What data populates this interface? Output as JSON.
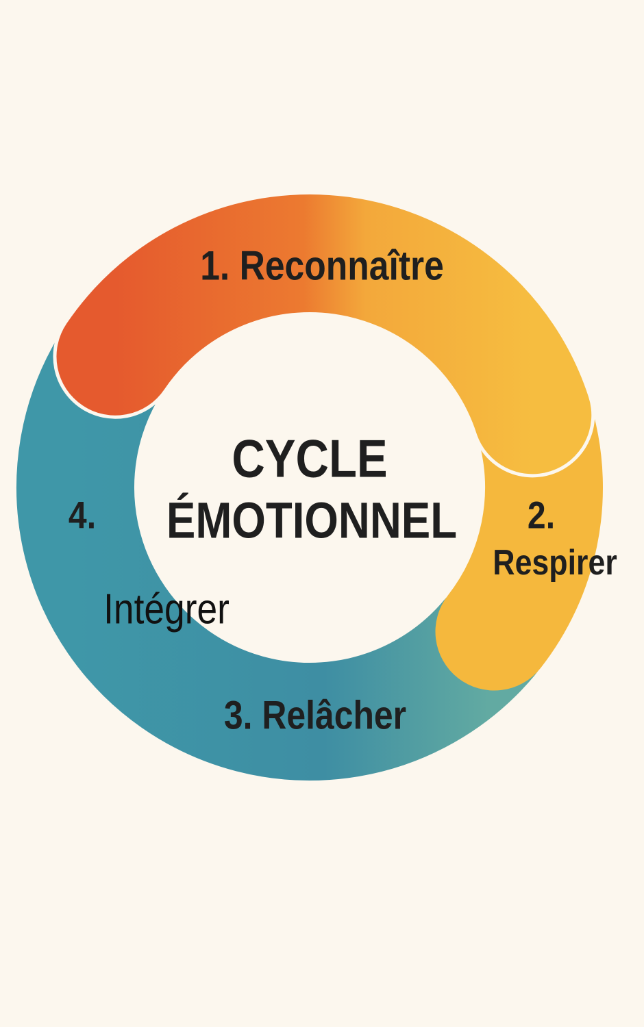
{
  "title": {
    "line1": "CYCLE",
    "line2": "ÉMOTIONNEL"
  },
  "steps": [
    {
      "number": "1.",
      "label": "Reconnaître",
      "full": "1. Reconnaître",
      "color_start": "#e8622f",
      "color_end": "#f5b83d"
    },
    {
      "number": "2.",
      "label": "Respirer",
      "color": "#f5b83d"
    },
    {
      "number": "3.",
      "label": "Relâcher",
      "full": "3. Relâcher",
      "color_start": "#3e8ea3",
      "color_end": "#5aa8a3"
    },
    {
      "number": "4.",
      "label": "Intégrer",
      "color": "#3f98a8"
    }
  ],
  "colors": {
    "background": "#fcf7ee",
    "text": "#1f1f1f"
  }
}
